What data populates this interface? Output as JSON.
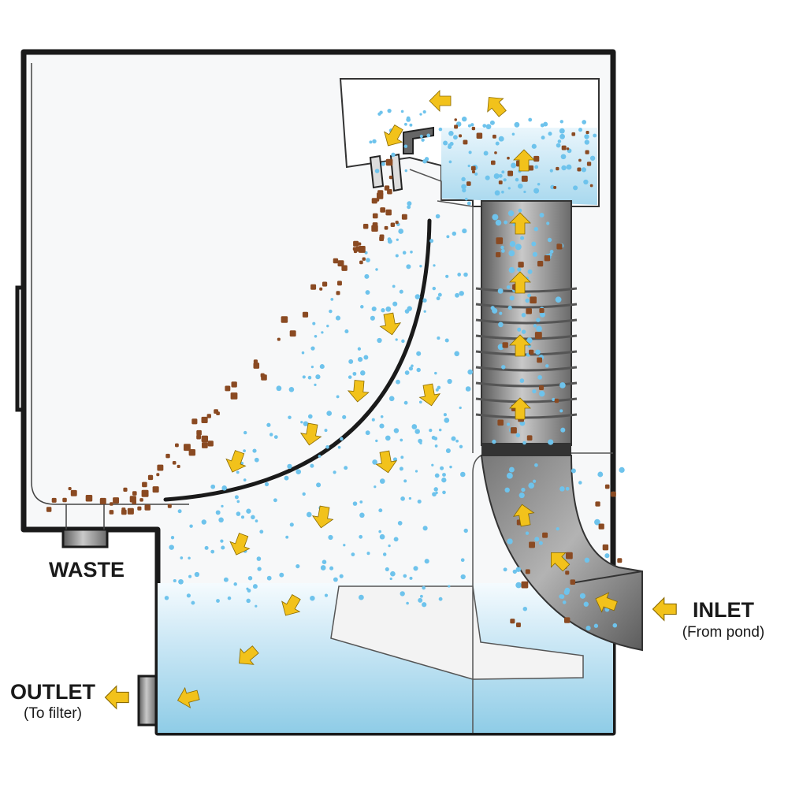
{
  "labels": {
    "waste": "WASTE",
    "inlet": "INLET",
    "inlet_sub": "(From pond)",
    "outlet": "OUTLET",
    "outlet_sub": "(To filter)"
  },
  "colors": {
    "outline": "#1a1a1a",
    "tank_fill": "#f7f8f9",
    "water_light": "#e6f4fb",
    "water_deep": "#8ccbe6",
    "bubble": "#6ec3ec",
    "particle": "#8a4a22",
    "arrow": "#f2c21b",
    "pipe_dark": "#5e5e5e",
    "pipe_light": "#bdbdbd"
  },
  "icons": [
    "flow-arrow-icon"
  ]
}
